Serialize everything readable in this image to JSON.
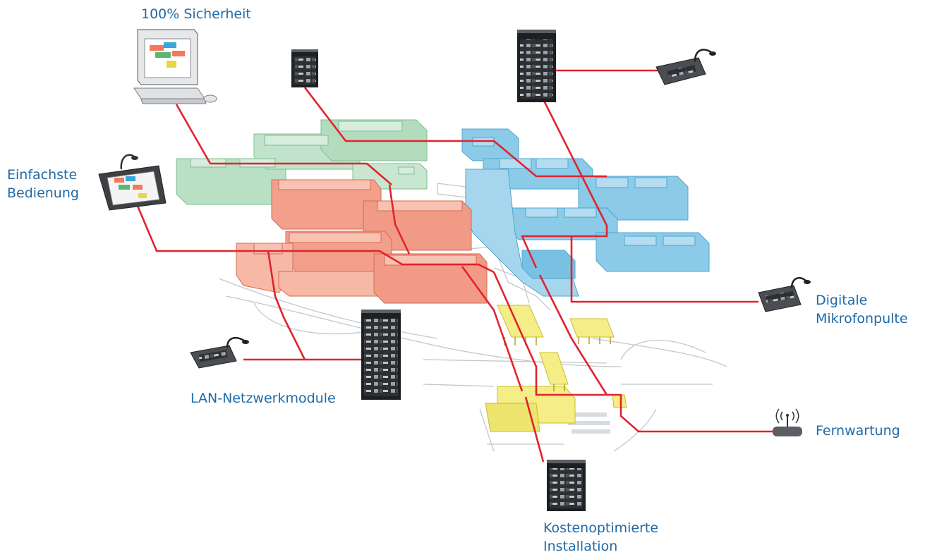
{
  "labels": {
    "security": "100% Sicherheit",
    "operation_line1": "Einfachste",
    "operation_line2": "Bedienung",
    "network": "LAN-Netzwerkmodule",
    "mic_line1": "Digitale",
    "mic_line2": "Mikrofonpulte",
    "remote": "Fernwartung",
    "install_line1": "Kostenoptimierte",
    "install_line2": "Installation"
  },
  "colors": {
    "label_text": "#1f6aa8",
    "network_line": "#e0232f",
    "building_green": "#b9dfc4",
    "building_red": "#f2a08c",
    "building_blue": "#8ccbe8",
    "building_yellow": "#f5ee86"
  },
  "icons": [
    "computer-monitor-icon",
    "rack-cabinet-icon",
    "microphone-desk-icon",
    "touch-panel-icon",
    "wifi-router-icon"
  ]
}
